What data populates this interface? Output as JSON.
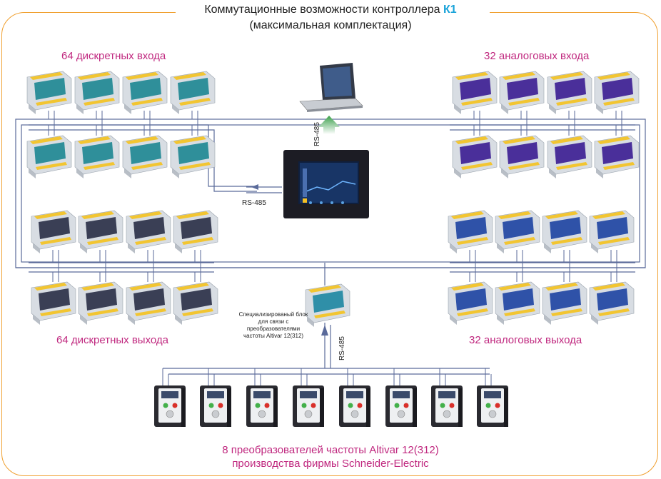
{
  "title": {
    "line1_prefix": "Коммутационные возможности контроллера ",
    "line1_accent": "К1",
    "line2": "(максимальная комплектация)"
  },
  "groups": {
    "discrete_inputs": "64 дискретных входа",
    "analog_inputs": "32 аналоговых входа",
    "discrete_outputs": "64 дискретных выхода",
    "analog_outputs": "32 аналоговых выхода"
  },
  "links": {
    "rs485_laptop": "RS-485",
    "rs485_panel": "RS-485",
    "rs485_drives": "RS-485"
  },
  "special_block_note": "Специализированый блок для связи с преобразователями частоты Altivar 12(312)",
  "drives_caption": {
    "line1": "8 преобразователей частоты Altivar 12(312)",
    "line2": "производства фирмы Schneider-Electric"
  },
  "colors": {
    "frame": "#f0a030",
    "label": "#c0287f",
    "accent": "#1aa3d9",
    "discrete_input_module": "#2f8f9a",
    "analog_input_module": "#4a2f9a",
    "discrete_output_module": "#3a3f55",
    "analog_output_module": "#2f52a8"
  }
}
